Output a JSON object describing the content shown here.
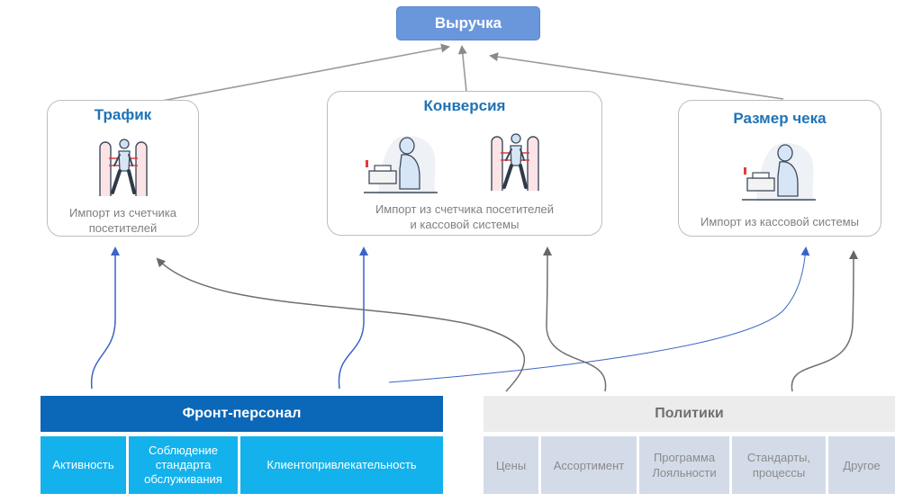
{
  "revenue": {
    "label": "Выручка"
  },
  "metrics": [
    {
      "title": "Трафик",
      "description": "Импорт из счетчика посетителей"
    },
    {
      "title": "Конверсия",
      "description": "Импорт из счетчика посетителей и кассовой системы"
    },
    {
      "title": "Размер чека",
      "description": "Импорт из кассовой системы"
    }
  ],
  "front_staff": {
    "header": "Фронт-персонал",
    "items": [
      "Активность",
      "Соблюдение стандарта обслуживания",
      "Клиентопривлекательность"
    ]
  },
  "policies": {
    "header": "Политики",
    "items": [
      "Цены",
      "Ассортимент",
      "Программа Лояльности",
      "Стандарты, процессы",
      "Другое"
    ]
  },
  "colors": {
    "revenue_box": "#6a96dc",
    "metric_title": "#1f73b7",
    "front_header": "#0b67b7",
    "front_cells": "#13b2ec",
    "policy_header": "#ececec",
    "policy_cells": "#d4dbe8",
    "arrow_blue": "#3b64c4",
    "arrow_gray": "#7a7a7a"
  }
}
